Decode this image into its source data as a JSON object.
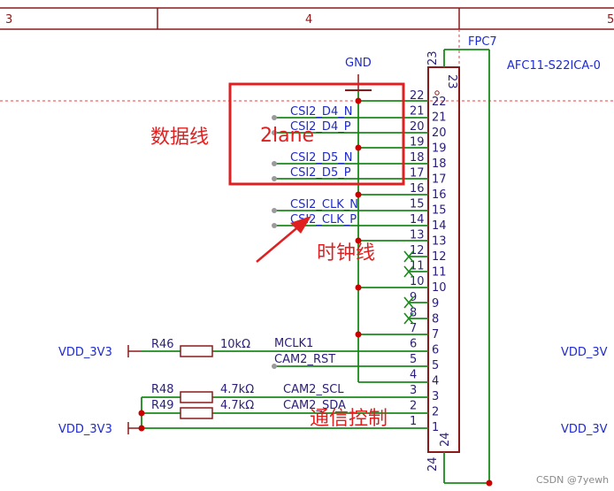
{
  "frame": {
    "ruler_labels": [
      "3",
      "4",
      "5"
    ]
  },
  "connector": {
    "ref": "FPC7",
    "part": "AFC11-S22ICA-0",
    "pin_numbers": [
      "22",
      "21",
      "20",
      "19",
      "18",
      "17",
      "16",
      "15",
      "14",
      "13",
      "12",
      "11",
      "10",
      "9",
      "8",
      "7",
      "6",
      "5",
      "4",
      "3",
      "2",
      "1"
    ],
    "end_pin_top": "23",
    "end_pin_bottom": "24"
  },
  "power": {
    "gnd_label": "GND",
    "vdd_left_1": "VDD_3V3",
    "vdd_left_2": "VDD_3V3",
    "vdd_right_1": "VDD_3V",
    "vdd_right_2": "VDD_3V"
  },
  "nets": {
    "d4n": "CSI2_D4_N",
    "d4p": "CSI2_D4_P",
    "d5n": "CSI2_D5_N",
    "d5p": "CSI2_D5_P",
    "clkn": "CSI2_CLK_N",
    "clkp": "CSI2_CLK_P",
    "mclk": "MCLK1",
    "rst": "CAM2_RST",
    "scl": "CAM2_SCL",
    "sda": "CAM2_SDA"
  },
  "components": {
    "r46": {
      "ref": "R46",
      "value": "10kΩ"
    },
    "r48": {
      "ref": "R48",
      "value": "4.7kΩ"
    },
    "r49": {
      "ref": "R49",
      "value": "4.7kΩ"
    }
  },
  "annotations": {
    "data_lines": "数据线",
    "lanes": "2lane",
    "clock_line": "时钟线",
    "comm_control": "通信控制"
  },
  "watermark": "CSDN @7yewh",
  "colors": {
    "wire": "#1a8a1a",
    "net_text": "#1f2ad0",
    "annotation": "#e02020",
    "border": "#8a1a1a"
  }
}
